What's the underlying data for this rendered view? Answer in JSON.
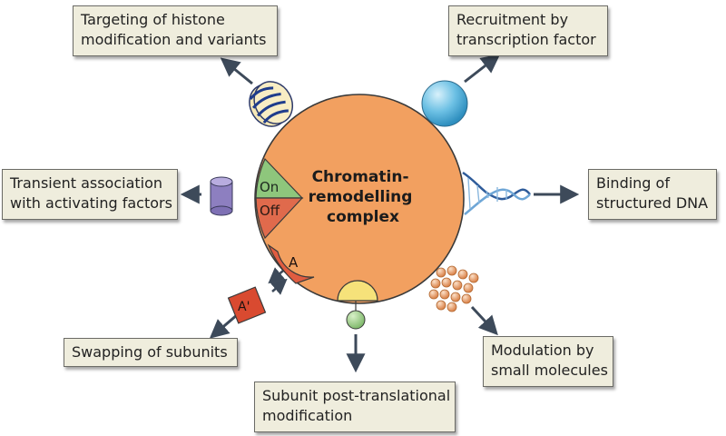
{
  "colors": {
    "complex": "#f2a060",
    "on_sector": "#8ec67c",
    "off_sector": "#e06a4c",
    "subunit_a": "#e05c40",
    "box_fill": "#efeddd",
    "arrow": "#3d4a5a"
  },
  "center": {
    "title_lines": [
      "Chromatin-",
      "remodelling",
      "complex"
    ],
    "on_label": "On",
    "off_label": "Off",
    "subunit_a_label": "A",
    "subunit_a_prime_label": "A'"
  },
  "boxes": {
    "histone": [
      "Targeting of histone",
      "modification and variants"
    ],
    "recruitment": [
      "Recruitment by",
      "transcription factor"
    ],
    "transient": [
      "Transient association",
      "with activating factors"
    ],
    "dna": [
      "Binding of",
      "structured DNA"
    ],
    "swapping": [
      "Swapping of subunits"
    ],
    "small_molecules": [
      "Modulation by",
      "small molecules"
    ],
    "ptm": [
      "Subunit post-translational",
      "modification"
    ]
  },
  "icons": {
    "nucleosome": "nucleosome-icon",
    "transcription_factor": "transcription-factor-sphere-icon",
    "activating_factor": "activating-factor-cylinder-icon",
    "dna": "dna-helix-icon",
    "small_molecules": "small-molecule-cluster-icon",
    "ptm": "modification-group-icon"
  }
}
